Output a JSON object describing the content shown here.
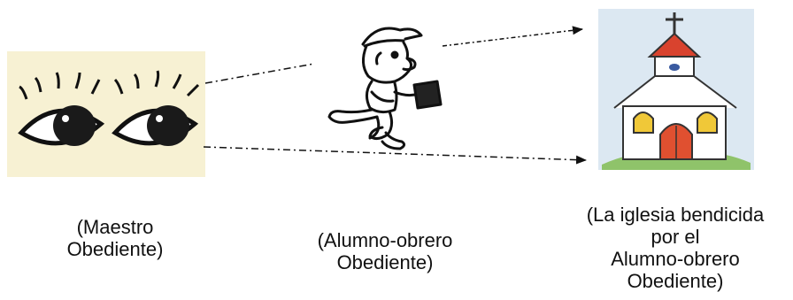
{
  "captions": {
    "teacher": "(Maestro\nObediente)",
    "student": "(Alumno-obrero\nObediente)",
    "church": "(La iglesia bendicida\npor el\nAlumno-obrero\nObediente)"
  },
  "icons": {
    "teacher": "eyes-icon",
    "student": "walking-boy-with-book-icon",
    "church": "church-icon"
  },
  "colors": {
    "eyes_background": "#f7f1d3",
    "church_sky": "#dce8f2",
    "church_roof": "#d9432e",
    "church_door": "#e05030",
    "church_grass": "#8fc36a",
    "church_window": "#f0c838",
    "line": "#111111"
  }
}
